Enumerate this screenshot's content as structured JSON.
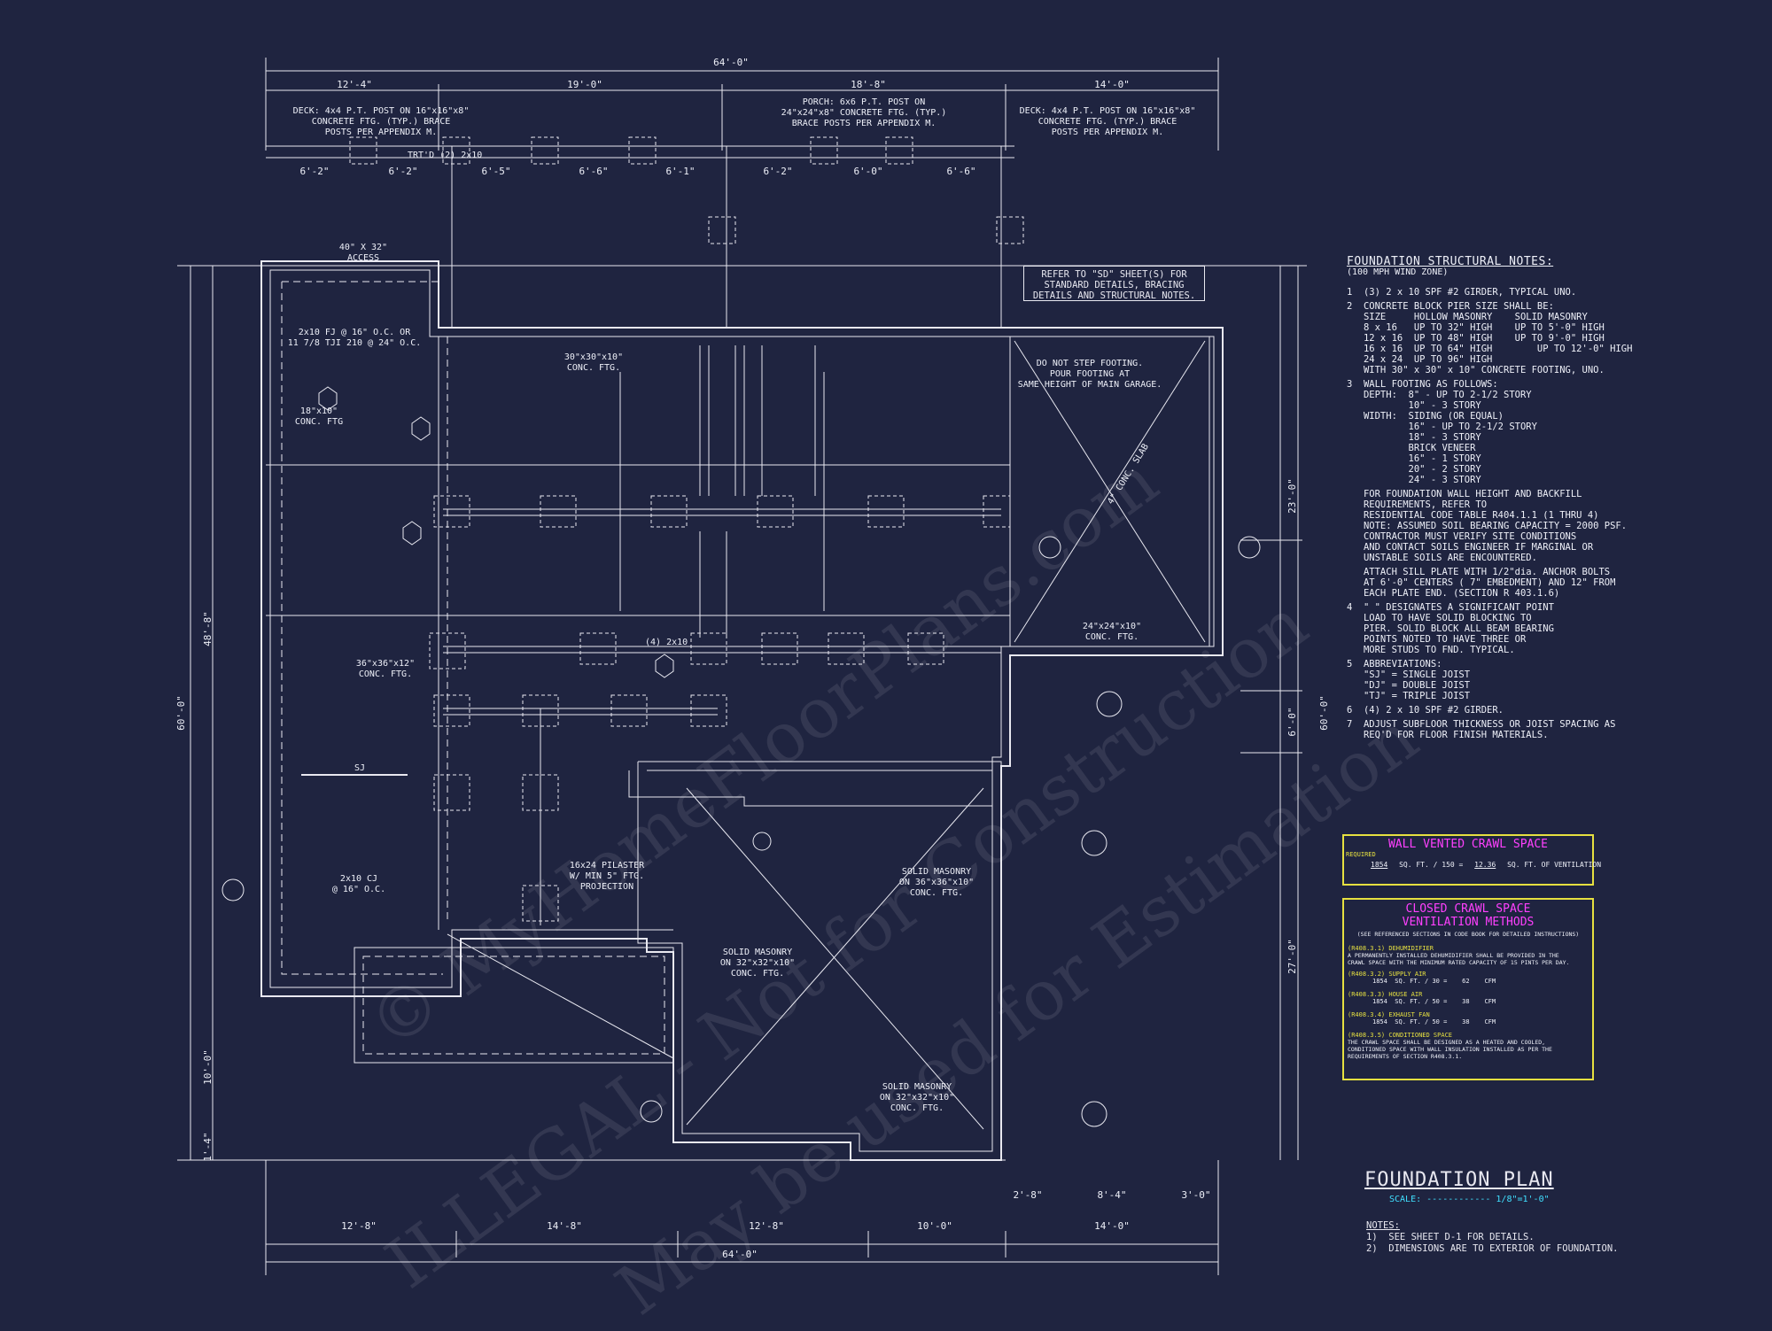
{
  "plan": {
    "title": "FOUNDATION PLAN",
    "scale": "SCALE: ------------ 1/8\"=1'-0\"",
    "notes_heading": "NOTES:",
    "notes": [
      "1)  SEE SHEET D-1 FOR DETAILS.",
      "2)  DIMENSIONS ARE TO EXTERIOR OF FOUNDATION."
    ]
  },
  "dims": {
    "overall_top": "64'-0\"",
    "overall_bottom": "64'-0\"",
    "top_row": [
      "12'-4\"",
      "19'-0\"",
      "18'-8\"",
      "14'-0\""
    ],
    "bottom_row": [
      "12'-8\"",
      "14'-8\"",
      "12'-8\"",
      "10'-0\"",
      "14'-0\""
    ],
    "deck_row": [
      "6'-2\"",
      "6'-2\"",
      "6'-5\"",
      "6'-6\"",
      "6'-1\"",
      "6'-2\"",
      "6'-0\"",
      "6'-6\""
    ],
    "left_overall": "60'-0\"",
    "left_a": "48'-8\"",
    "left_b": "10'-0\"",
    "left_c": "1'-4\"",
    "right_overall": "60'-0\"",
    "right_a": "23'-0\"",
    "right_b": "27'-0\"",
    "right_c": "6'-0\"",
    "bottom_right": [
      "2'-8\"",
      "8'-4\"",
      "3'-0\""
    ]
  },
  "callouts": {
    "deck_left": "DECK: 4x4 P.T. POST ON 16\"x16\"x8\"\nCONCRETE FTG. (TYP.) BRACE\nPOSTS PER APPENDIX M.",
    "porch": "PORCH: 6x6 P.T. POST ON\n24\"x24\"x8\" CONCRETE FTG. (TYP.)\nBRACE POSTS PER APPENDIX M.",
    "deck_right": "DECK: 4x4 P.T. POST ON 16\"x16\"x8\"\nCONCRETE FTG. (TYP.) BRACE\nPOSTS PER APPENDIX M.",
    "trtd": "TRT'D (2) 2x10",
    "access": "40\" X 32\"\nACCESS",
    "fj_left": "2x10 FJ @ 16\" O.C. OR\n11 7/8 TJI 210 @ 24\" O.C.",
    "conc_ftg_18": "18\"x10\"\nCONC. FTG",
    "conc_30": "30\"x30\"x10\"\nCONC. FTG.",
    "do_not_step": "DO NOT STEP FOOTING.\nPOUR FOOTING AT\nSAME HEIGHT OF MAIN GARAGE.",
    "conc_slab": "4\" CONC. SLAB",
    "conc_24": "24\"x24\"x10\"\nCONC. FTG.",
    "conc_36": "36\"x36\"x12\"\nCONC. FTG.",
    "pilaster": "16x24 PILASTER\nW/ MIN 5\" FTG.\nPROJECTION",
    "cj": "2x10 CJ\n@ 16\" O.C.",
    "solid_36": "SOLID MASONRY\nON 36\"x36\"x10\"\nCONC. FTG.",
    "solid_32a": "SOLID MASONRY\nON 32\"x32\"x10\"\nCONC. FTG.",
    "solid_32b": "SOLID MASONRY\nON 32\"x32\"x10\"\nCONC. FTG.",
    "girder": "(4) 2x10",
    "sj": "SJ",
    "ref_box": "REFER TO \"SD\" SHEET(S) FOR\nSTANDARD DETAILS, BRACING\nDETAILS AND STRUCTURAL NOTES."
  },
  "structural_notes": {
    "heading": "FOUNDATION STRUCTURAL NOTES:",
    "sub": "(100 MPH WIND ZONE)",
    "items": [
      "1  (3) 2 x 10 SPF #2 GIRDER, TYPICAL UNO.",
      "2  CONCRETE BLOCK PIER SIZE SHALL BE:\n   SIZE     HOLLOW MASONRY    SOLID MASONRY\n   8 x 16   UP TO 32\" HIGH    UP TO 5'-0\" HIGH\n   12 x 16  UP TO 48\" HIGH    UP TO 9'-0\" HIGH\n   16 x 16  UP TO 64\" HIGH        UP TO 12'-0\" HIGH\n   24 x 24  UP TO 96\" HIGH\n   WITH 30\" x 30\" x 10\" CONCRETE FOOTING, UNO.",
      "3  WALL FOOTING AS FOLLOWS:\n   DEPTH:  8\" - UP TO 2-1/2 STORY\n           10\" - 3 STORY\n   WIDTH:  SIDING (OR EQUAL)\n           16\" - UP TO 2-1/2 STORY\n           18\" - 3 STORY\n           BRICK VENEER\n           16\" - 1 STORY\n           20\" - 2 STORY\n           24\" - 3 STORY",
      "   FOR FOUNDATION WALL HEIGHT AND BACKFILL\n   REQUIREMENTS, REFER TO\n   RESIDENTIAL CODE TABLE R404.1.1 (1 THRU 4)\n   NOTE: ASSUMED SOIL BEARING CAPACITY = 2000 PSF.\n   CONTRACTOR MUST VERIFY SITE CONDITIONS\n   AND CONTACT SOILS ENGINEER IF MARGINAL OR\n   UNSTABLE SOILS ARE ENCOUNTERED.",
      "   ATTACH SILL PLATE WITH 1/2\"dia. ANCHOR BOLTS\n   AT 6'-0\" CENTERS ( 7\" EMBEDMENT) AND 12\" FROM\n   EACH PLATE END. (SECTION R 403.1.6)",
      "4  \" \" DESIGNATES A SIGNIFICANT POINT\n   LOAD TO HAVE SOLID BLOCKING TO\n   PIER. SOLID BLOCK ALL BEAM BEARING\n   POINTS NOTED TO HAVE THREE OR\n   MORE STUDS TO FND. TYPICAL.",
      "5  ABBREVIATIONS:\n   \"SJ\" = SINGLE JOIST\n   \"DJ\" = DOUBLE JOIST\n   \"TJ\" = TRIPLE JOIST",
      "6  (4) 2 x 10 SPF #2 GIRDER.",
      "7  ADJUST SUBFLOOR THICKNESS OR JOIST SPACING AS\n   REQ'D FOR FLOOR FINISH MATERIALS."
    ]
  },
  "wall_vented": {
    "title": "WALL VENTED CRAWL SPACE",
    "required": "REQUIRED",
    "area": "1854",
    "unit1": "SQ. FT. / 150 =",
    "vent": "12.36",
    "unit2": "SQ. FT. OF VENTILATION"
  },
  "closed_crawl": {
    "title1": "CLOSED CRAWL SPACE",
    "title2": "VENTILATION METHODS",
    "sub": "(SEE REFERENCED SECTIONS IN CODE BOOK FOR DETAILED INSTRUCTIONS)",
    "m1_head": "(R408.3.1) DEHUMIDIFIER",
    "m1_text": "A PERMANENTLY INSTALLED DEHUMIDIFIER SHALL BE PROVIDED IN THE\nCRAWL SPACE WITH THE MINIMUM RATED CAPACITY OF 15 PINTS PER DAY.",
    "m2_head": "(R408.3.2) SUPPLY AIR",
    "m2_area": "1854",
    "m2_unit": "SQ. FT. / 30 =",
    "m2_val": "62",
    "m2_cfm": "CFM",
    "m3_head": "(R408.3.3) HOUSE AIR",
    "m3_area": "1854",
    "m3_unit": "SQ. FT. / 50 =",
    "m3_val": "38",
    "m3_cfm": "CFM",
    "m4_head": "(R408.3.4) EXHAUST FAN",
    "m4_area": "1854",
    "m4_unit": "SQ. FT. / 50 =",
    "m4_val": "38",
    "m4_cfm": "CFM",
    "m5_head": "(R408.3.5) CONDITIONED SPACE",
    "m5_text": "THE CRAWL SPACE SHALL BE DESIGNED AS A HEATED AND COOLED,\nCONDITIONED SPACE WITH WALL INSULATION INSTALLED AS PER THE\nREQUIREMENTS OF SECTION R408.3.1."
  },
  "watermark": {
    "line1": "© MyHomeFloorPlans.com",
    "line2": "ILLEGAL - Not for Construction",
    "line3": "May be used for Estimation"
  },
  "colors": {
    "background": "#1f2440",
    "lines": "#e8e8f0",
    "magenta": "#ff40ff",
    "yellow": "#e6e040",
    "cyan": "#40e0ff"
  }
}
